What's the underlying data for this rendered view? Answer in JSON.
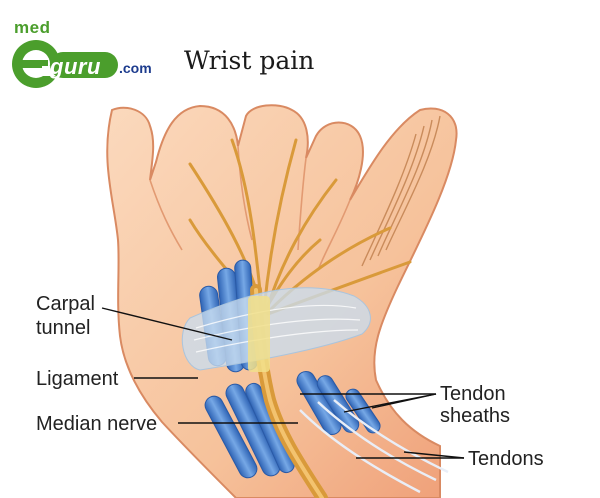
{
  "logo": {
    "prefix": "med",
    "letter": "e",
    "brand": "guru",
    "suffix": ".com",
    "colors": {
      "green": "#4b9e2c",
      "blue": "#1d3c8e"
    }
  },
  "title": "Wrist pain",
  "diagram": {
    "labels": {
      "carpal_tunnel_line1": "Carpal",
      "carpal_tunnel_line2": "tunnel",
      "ligament": "Ligament",
      "median_nerve": "Median nerve",
      "tendon_sheaths_line1": "Tendon",
      "tendon_sheaths_line2": "sheaths",
      "tendons": "Tendons"
    },
    "colors": {
      "skin": "#f6c59f",
      "skin_outline": "#e08b63",
      "nerve": "#d99a3a",
      "sheath": "#4f84cc",
      "ligament_band": "#c9dcee"
    }
  }
}
